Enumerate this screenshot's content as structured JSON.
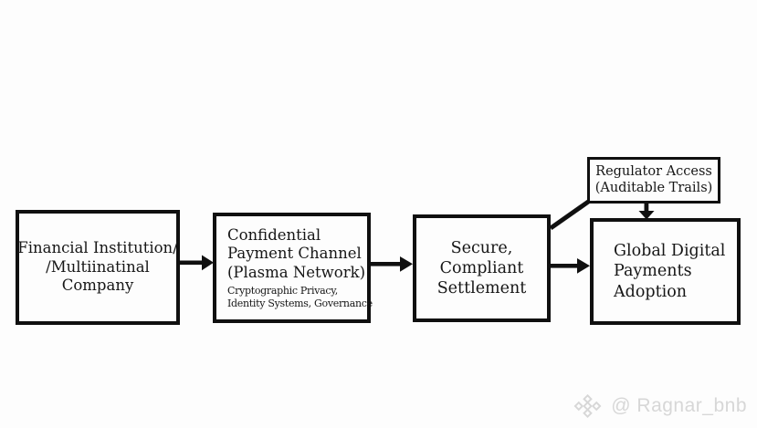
{
  "diagram": {
    "nodes": {
      "financial": {
        "lines": [
          "Financial Institution/",
          "/Multiinatinal",
          "Company"
        ]
      },
      "channel": {
        "lines": [
          "Confidential",
          "Payment Channel",
          "(Plasma Network)"
        ],
        "sub_lines": [
          "Cryptographic Privacy,",
          "Identity Systems, Governance"
        ]
      },
      "settlement": {
        "lines": [
          "Secure,",
          "Compliant",
          "Settlement"
        ]
      },
      "regulator": {
        "lines": [
          "Regulator Access",
          "(Auditable Trails)"
        ]
      },
      "adoption": {
        "lines": [
          "Global Digital",
          "Payments",
          "Adoption"
        ]
      }
    },
    "colors": {
      "border": "#101010",
      "background": "#fdfdfd",
      "text": "#161616",
      "watermark": "#d7d7d7"
    }
  },
  "watermark": {
    "handle": "@ Ragnar_bnb",
    "icon": "binance-diamond-logo"
  }
}
